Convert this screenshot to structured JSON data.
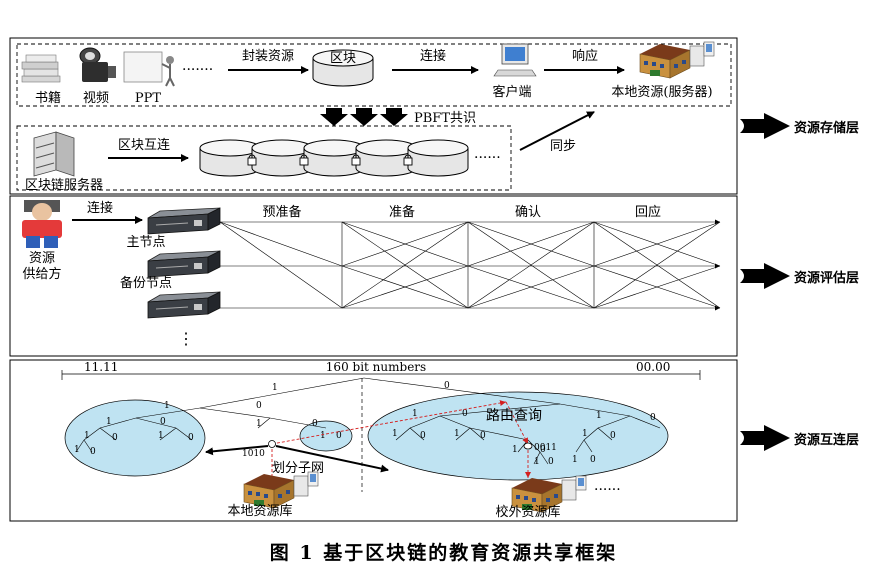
{
  "caption": "图 1   基于区块链的教育资源共享框架",
  "storage": {
    "sources": [
      "书籍",
      "视频",
      "PPT"
    ],
    "ellipsis": "·······",
    "encapsulate_label": "封装资源",
    "block_label": "区块",
    "connect_label": "连接",
    "client_label": "客户端",
    "respond_label": "响应",
    "local_server_label": "本地资源(服务器)",
    "consensus_label": "PBFT共识",
    "blockchain_server_label": "区块链服务器",
    "chain_link_label": "区块互连",
    "chain_ellipsis": "······",
    "sync_label": "同步",
    "side_label": "资源存储层"
  },
  "evaluation": {
    "provider_label_1": "资源",
    "provider_label_2": "供给方",
    "connect_label": "连接",
    "primary_label": "主节点",
    "backup_label": "备份节点",
    "phases": [
      "预准备",
      "准备",
      "确认",
      "回应"
    ],
    "vertical_ellipsis": "⋮",
    "side_label": "资源评估层"
  },
  "interconnect": {
    "left_id": "11.11",
    "numbers_label": "160 bit numbers",
    "right_id": "00.00",
    "routing_label": "路由查询",
    "subnet_label": "划分子网",
    "node_left_id": "1010",
    "node_right_id": "0011",
    "local_repo_label": "本地资源库",
    "external_repo_label": "校外资源库",
    "ellipsis": "······",
    "bit_one": "1",
    "bit_zero": "0",
    "side_label": "资源互连层"
  },
  "colors": {
    "ellipse_fill": "#bfe3f2",
    "server_dark": "#3a3e44",
    "routing_red": "#d42020",
    "person_red": "#e43a3a",
    "person_blue": "#2f5fb8",
    "building": "#b9873d"
  }
}
